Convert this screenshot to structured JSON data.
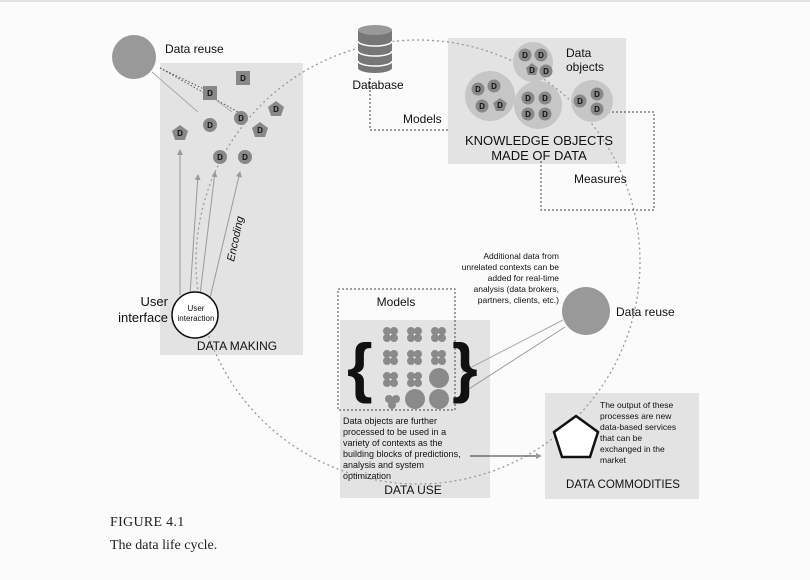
{
  "diagram": {
    "labels": {
      "data_reuse_top": "Data reuse",
      "database": "Database",
      "data_objects_1": "Data",
      "data_objects_2": "objects",
      "models_top": "Models",
      "knowledge_1": "KNOWLEDGE OBJECTS",
      "knowledge_2": "MADE OF DATA",
      "measures": "Measures",
      "encoding": "Encoding",
      "user_interface_1": "User",
      "user_interface_2": "interface",
      "user_interaction_1": "User",
      "user_interaction_2": "interaction",
      "data_making": "DATA MAKING",
      "additional_1": "Additional data from",
      "additional_2": "unrelated contexts can be",
      "additional_3": "added for real-time",
      "additional_4": "analysis (data brokers,",
      "additional_5": "partners, clients, etc.)",
      "data_reuse_right": "Data reuse",
      "models_bottom": "Models",
      "use_desc_1": "Data objects are further",
      "use_desc_2": "processed to be used in a",
      "use_desc_3": "variety of contexts as the",
      "use_desc_4": "building blocks of predictions,",
      "use_desc_5": "analysis and system",
      "use_desc_6": "optimization",
      "data_use": "DATA USE",
      "commod_1": "The output of these",
      "commod_2": "processes are new",
      "commod_3": "data-based services",
      "commod_4": "that can be",
      "commod_5": "exchanged in the",
      "commod_6": "market",
      "data_commodities": "DATA COMMODITIES",
      "d": "D"
    }
  },
  "figure": {
    "label": "FIGURE 4.1",
    "caption": "The data life cycle."
  }
}
